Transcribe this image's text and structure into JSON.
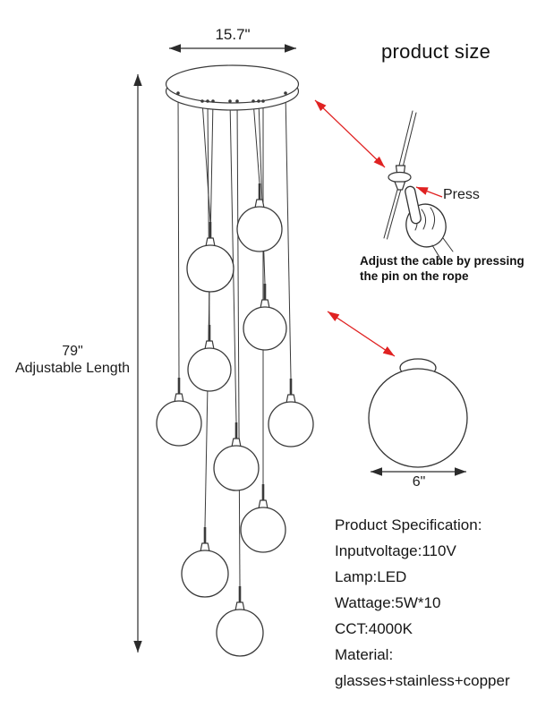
{
  "title": "product size",
  "dimensions": {
    "canopy_width": "15.7\"",
    "length_value": "79\"",
    "length_label": "Adjustable Length",
    "ball_diameter": "6\""
  },
  "press_detail": {
    "press_label": "Press",
    "caption_line1": "Adjust the cable by pressing",
    "caption_line2": "the pin on the rope"
  },
  "specs": {
    "heading": "Product Specification:",
    "items": [
      "Inputvoltage:110V",
      "Lamp:LED",
      "Wattage:5W*10",
      "CCT:4000K",
      "Material:",
      "glasses+stainless+copper"
    ]
  },
  "colors": {
    "arrow_red": "#e02222",
    "line_dark": "#3a3a3a"
  }
}
